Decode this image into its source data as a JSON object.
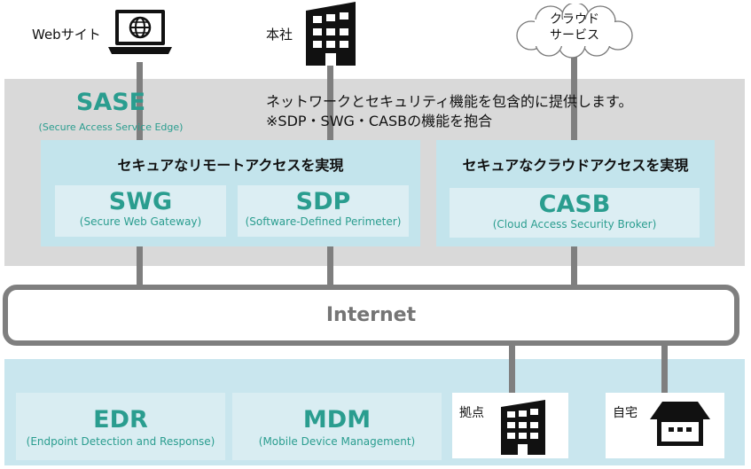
{
  "top": {
    "web_label": "Webサイト",
    "hq_label": "本社",
    "cloud_label_line1": "クラウド",
    "cloud_label_line2": "サービス"
  },
  "sase": {
    "title": "SASE",
    "subtitle": "(Secure Access Service Edge)",
    "description_line1": "ネットワークとセキュリティ機能を包含的に提供します。",
    "description_line2": "※SDP・SWG・CASBの機能を抱合",
    "remote_panel": {
      "heading": "セキュアなリモートアクセスを実現",
      "items": [
        {
          "title": "SWG",
          "subtitle": "(Secure Web Gateway)"
        },
        {
          "title": "SDP",
          "subtitle": "(Software-Defined Perimeter)"
        }
      ]
    },
    "cloud_panel": {
      "heading": "セキュアなクラウドアクセスを実現",
      "items": [
        {
          "title": "CASB",
          "subtitle": "(Cloud Access Security Broker)"
        }
      ]
    }
  },
  "internet": {
    "label": "Internet"
  },
  "bottom": {
    "items": [
      {
        "title": "EDR",
        "subtitle": "(Endpoint Detection and Response)"
      },
      {
        "title": "MDM",
        "subtitle": "(Mobile Device Management)"
      }
    ],
    "branch_label": "拠点",
    "home_label": "自宅"
  },
  "colors": {
    "teal": "#2a9d8f",
    "connector_gray": "#7f7f7f",
    "top_band": "#d9d9d9",
    "panel_blue": "#c3e4ec",
    "bottom_band": "#c9e6ee"
  },
  "icons": [
    "laptop-globe-icon",
    "office-building-icon",
    "cloud-icon",
    "house-icon"
  ]
}
